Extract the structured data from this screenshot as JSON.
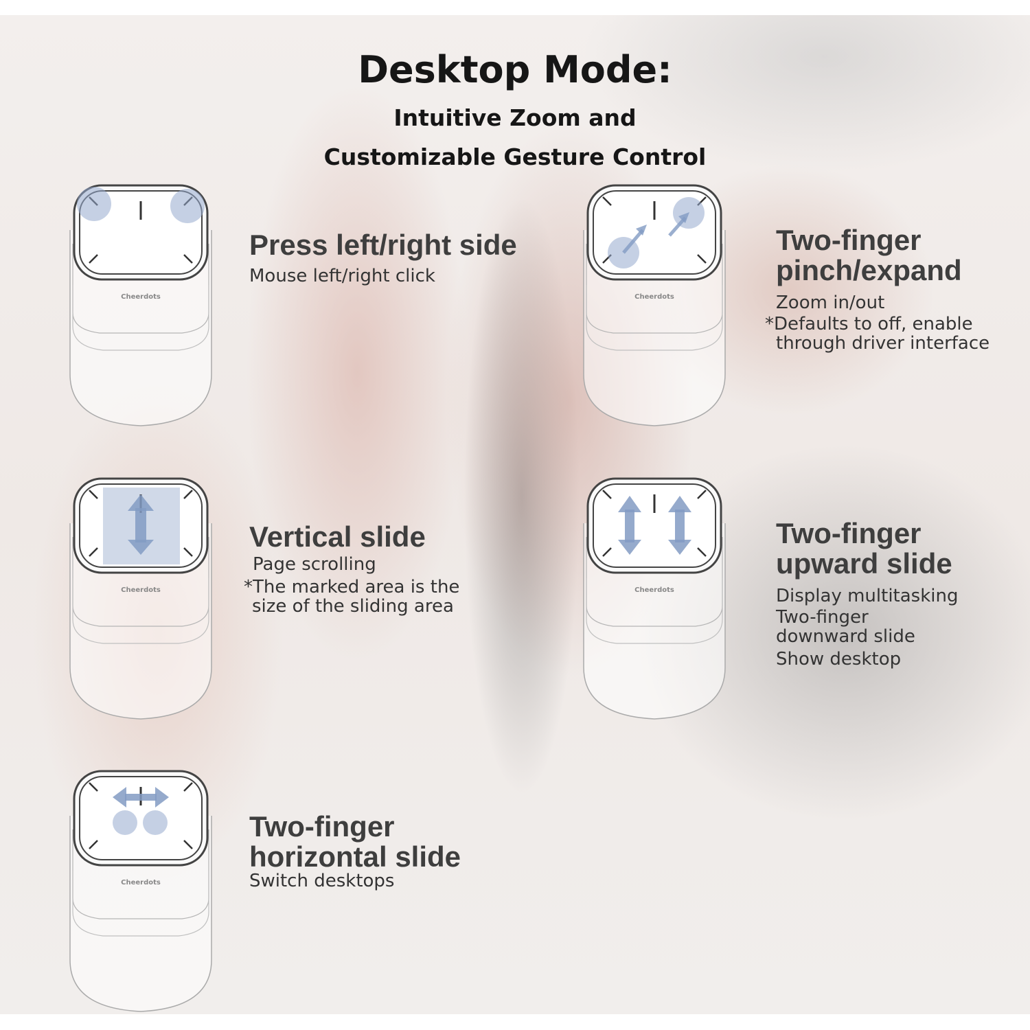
{
  "header": {
    "title": "Desktop Mode:",
    "subtitle_line1": "Intuitive Zoom and",
    "subtitle_line2": "Customizable Gesture Control"
  },
  "device": {
    "brand": "Cheerdots"
  },
  "gestures": {
    "press": {
      "title": "Press left/right side",
      "desc": "Mouse left/right click"
    },
    "pinch": {
      "title_line1": "Two-finger",
      "title_line2": "pinch/expand",
      "desc": "Zoom in/out",
      "note_line1": "*Defaults to off, enable",
      "note_line2": "through driver interface"
    },
    "vertical": {
      "title": "Vertical slide",
      "desc": "Page scrolling",
      "note_line1": "*The marked area is the",
      "note_line2": "size of the   sliding area"
    },
    "upward": {
      "title_line1": "Two-finger",
      "title_line2": "upward slide",
      "desc1": "Display multitasking",
      "desc2_line1": "Two-finger",
      "desc2_line2": "downward slide",
      "desc3": "Show desktop"
    },
    "horizontal": {
      "title_line1": "Two-finger",
      "title_line2": "horizontal slide",
      "desc": "Switch desktops"
    }
  }
}
